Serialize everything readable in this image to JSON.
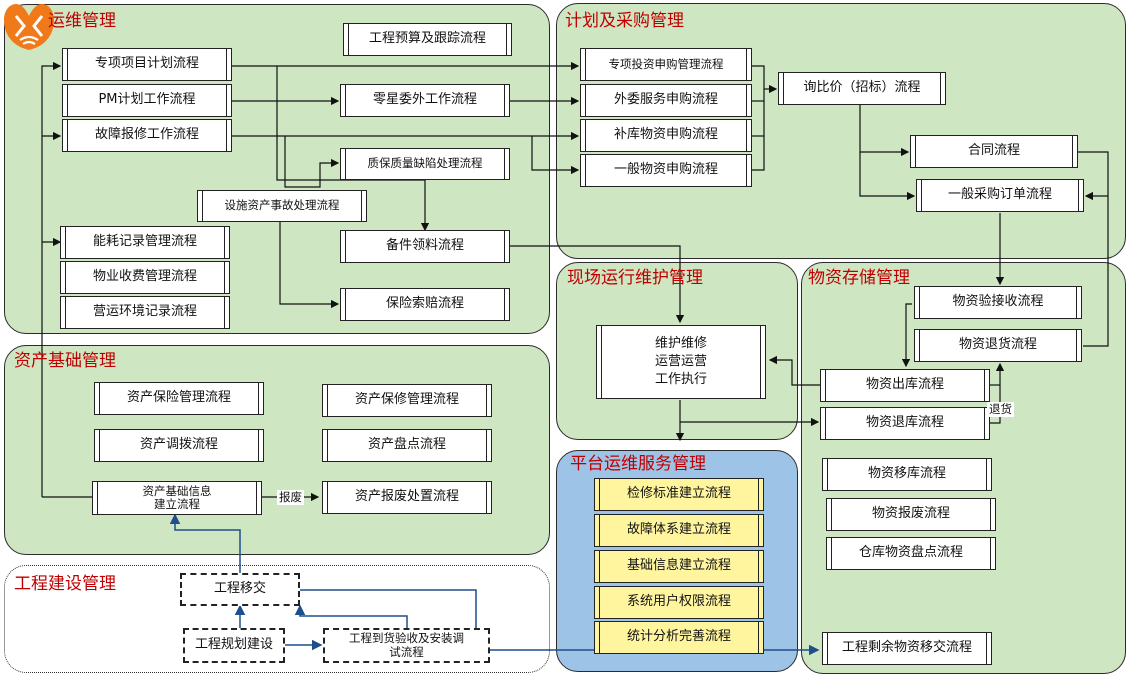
{
  "panels": {
    "ops": "运维管理",
    "procure": "计划及采购管理",
    "field": "现场运行维护管理",
    "storage": "物资存储管理",
    "asset": "资产基础管理",
    "platform": "平台运维服务管理",
    "construction": "工程建设管理"
  },
  "ops": {
    "budget": "工程预算及跟踪流程",
    "project_plan": "专项项目计划流程",
    "pm_plan": "PM计划工作流程",
    "fault": "故障报修工作流程",
    "outsource": "零星委外工作流程",
    "quality": "质保质量缺陷处理流程",
    "accident": "设施资产事故处理流程",
    "spare": "备件领料流程",
    "energy": "能耗记录管理流程",
    "fee": "物业收费管理流程",
    "env": "营运环境记录流程",
    "insurance_claim": "保险索赔流程"
  },
  "procure": {
    "special": "专项投资申购管理流程",
    "outsource_buy": "外委服务申购流程",
    "replenish": "补库物资申购流程",
    "general": "一般物资申购流程",
    "inquiry": "询比价（招标）流程",
    "contract": "合同流程",
    "order": "一般采购订单流程"
  },
  "field": {
    "line1": "维护维修",
    "line2": "运营运营",
    "line3": "工作执行"
  },
  "storage": {
    "receive": "物资验接收流程",
    "return_goods": "物资退货流程",
    "outbound": "物资出库流程",
    "inbound_return": "物资退库流程",
    "return_label": "退货",
    "move": "物资移库流程",
    "scrap": "物资报废流程",
    "inventory": "仓库物资盘点流程",
    "surplus": "工程剩余物资移交流程"
  },
  "asset": {
    "insurance": "资产保险管理流程",
    "warranty": "资产保修管理流程",
    "transfer": "资产调拨流程",
    "count": "资产盘点流程",
    "info_line1": "资产基础信息",
    "info_line2": "建立流程",
    "scrap_label": "报废",
    "disposal": "资产报废处置流程"
  },
  "platform": {
    "std": "检修标准建立流程",
    "fault_sys": "故障体系建立流程",
    "base_info": "基础信息建立流程",
    "rights": "系统用户权限流程",
    "stats": "统计分析完善流程"
  },
  "construction": {
    "handover": "工程移交",
    "planning": "工程规划建设",
    "accept_line1": "工程到货验收及安装调",
    "accept_line2": "试流程"
  },
  "colors": {
    "panel_green": "#cfe6c3",
    "panel_blue": "#9dc3e6",
    "title_red": "#c00000",
    "box_yellow": "#fff59e",
    "arrow_blue": "#1f4e8c",
    "logo_orange": "#f07a1a"
  }
}
